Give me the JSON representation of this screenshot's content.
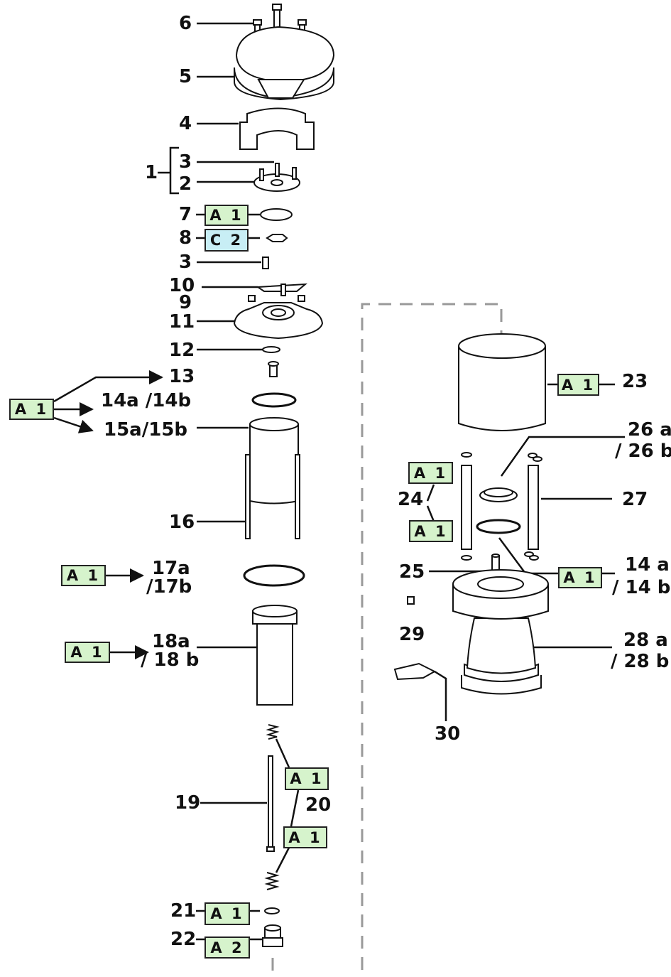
{
  "callouts": {
    "n6": "6",
    "n5": "5",
    "n4": "4",
    "n1": "1",
    "n3a": "3",
    "n2": "2",
    "n7": "7",
    "n8": "8",
    "n3b": "3",
    "n10": "10",
    "n9": "9",
    "n11": "11",
    "n12": "12",
    "n13": "13",
    "n14": "14a /14b",
    "n15": "15a/15b",
    "n16": "16",
    "n17a": "17a",
    "n17b": "/17b",
    "n18a": "18a",
    "n18b": "/ 18 b",
    "n19": "19",
    "n20": "20",
    "n21": "21",
    "n22": "22",
    "n23": "23",
    "n26a": "26 a",
    "n26b": "/ 26 b",
    "n24": "24",
    "n27": "27",
    "n25": "25",
    "n14ra": "14 a",
    "n14rb": "/ 14 b",
    "n29": "29",
    "n28a": "28 a",
    "n28b": "/ 28 b",
    "n30": "30"
  },
  "badges": {
    "b7": "A 1",
    "b8": "C 2",
    "bleft": "A 1",
    "b17": "A 1",
    "b18": "A 1",
    "b20a": "A 1",
    "b20b": "A 1",
    "b21": "A 1",
    "b22": "A 2",
    "b23": "A 1",
    "b24a": "A 1",
    "b24b": "A 1",
    "b14r": "A 1"
  },
  "colors": {
    "badge_green": "#d6f3cc",
    "badge_blue": "#c8eef5",
    "line": "#111111",
    "dash": "#999999"
  }
}
